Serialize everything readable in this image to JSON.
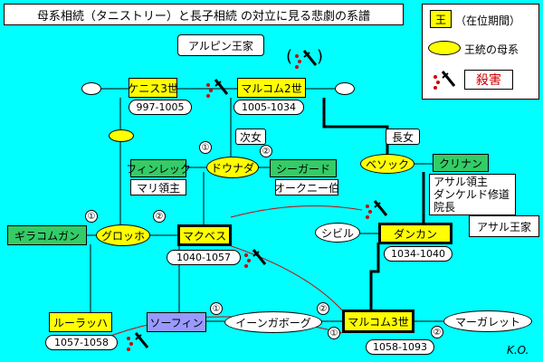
{
  "title": "母系相続（タニストリー）と長子相続 の対立に見る悲劇の系譜",
  "legend": {
    "king_symbol": "王",
    "reign_label": "（在位期間）",
    "mother_label": "王統の母系",
    "murder_label": "殺害"
  },
  "houses": {
    "alpin": "アルピン王家",
    "athol": "アサル王家"
  },
  "kings": {
    "kenneth3": "ケニス3世",
    "malcolm2": "マルコム2世",
    "macbeth": "マクベス",
    "duncan": "ダンカン",
    "lulach": "ルーラッハ",
    "malcolm3": "マルコム3世"
  },
  "reigns": {
    "kenneth3": "997-1005",
    "malcolm2": "1005-1034",
    "macbeth": "1040-1057",
    "duncan": "1034-1040",
    "lulach": "1057-1058",
    "malcolm3": "1058-1093"
  },
  "people": {
    "finlaech": "フィンレック",
    "sigurd": "シーガード",
    "gillacomgain": "ギラコムガン",
    "crinan": "クリナン",
    "thorfinn": "ソーフィン"
  },
  "mothers": {
    "doada": "ドウナダ",
    "bethoc": "ベソック",
    "gruoch": "グロッホ",
    "ingibjorg": "イーンガボーグ"
  },
  "others": {
    "sybil": "シビル",
    "margaret": "マーガレット"
  },
  "titles": {
    "mormaer_moray": "マリ領主",
    "earl_orkney": "オークニー伯",
    "abbot": "アサル領主\nダンケルド修道\n院長"
  },
  "relations": {
    "second_daughter": "次女",
    "eldest_daughter": "長女"
  },
  "numbers": {
    "one": "①",
    "two": "②"
  },
  "signature": "K.O.",
  "colors": {
    "background": "#00ffff",
    "king": "#ffff00",
    "noble": "#33cc66",
    "earl": "#9999ff",
    "line_red": "#cc0000"
  }
}
